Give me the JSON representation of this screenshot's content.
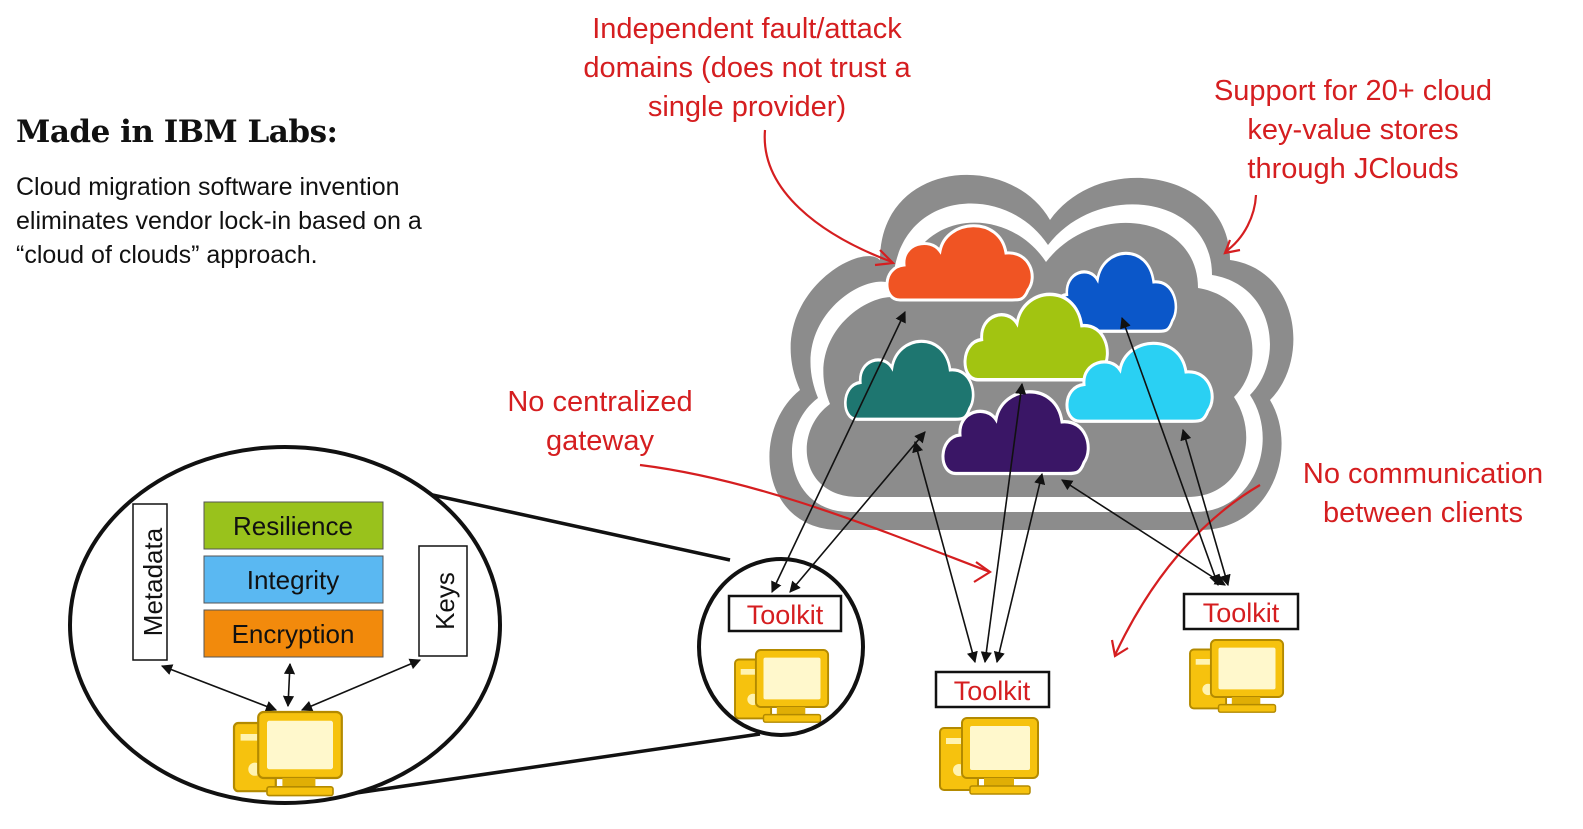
{
  "header": {
    "title": "Made in IBM Labs:",
    "description": [
      "Cloud migration software invention",
      "eliminates vendor lock-in based on a",
      "“cloud of clouds” approach."
    ]
  },
  "annotations": {
    "fault_domains": [
      "Independent fault/attack",
      "domains (does not trust a",
      "single provider)"
    ],
    "jclouds": [
      "Support for 20+ cloud",
      "key-value stores",
      "through JClouds"
    ],
    "no_gateway": [
      "No centralized",
      "gateway"
    ],
    "no_communication": [
      "No communication",
      "between clients"
    ]
  },
  "toolkit_label": "Toolkit",
  "zoom_detail": {
    "left_box": "Metadata",
    "right_box": "Keys",
    "layers": [
      "Resilience",
      "Integrity",
      "Encryption"
    ]
  },
  "colors": {
    "annotation_red": "#d51e20",
    "outer_cloud_gray": "#8c8c8c",
    "cloud_orange": "#f05423",
    "cloud_blue": "#0b57c9",
    "cloud_lime": "#a2c411",
    "cloud_teal": "#1e7670",
    "cloud_sky": "#2ad0f3",
    "cloud_purple": "#3a1666",
    "resilience_green": "#99c21c",
    "integrity_blue": "#5ab8f2",
    "encryption_orange": "#f28a0c",
    "computer_yellow": "#f6c20e"
  },
  "icons": [
    "cloud-icon",
    "computer-icon",
    "arrow-icon"
  ]
}
